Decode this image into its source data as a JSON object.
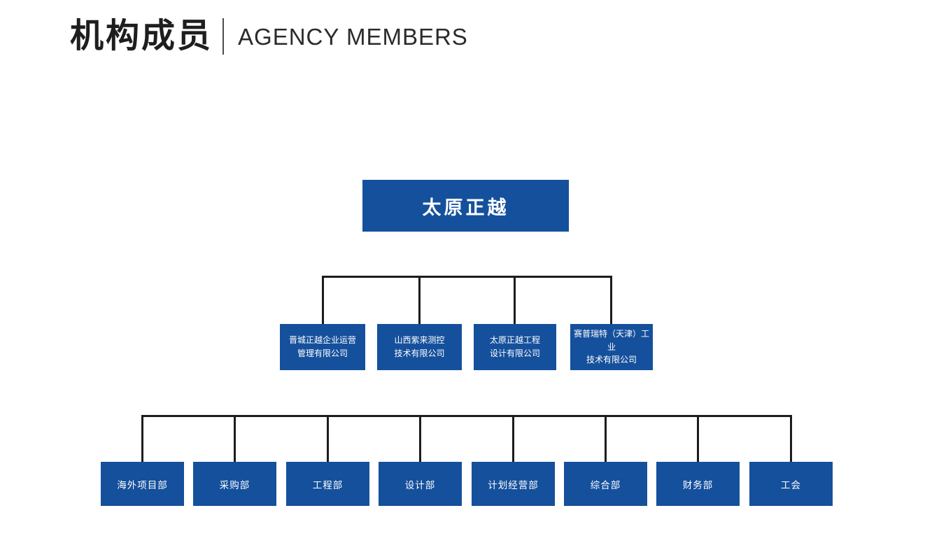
{
  "header": {
    "title_cn": "机构成员",
    "title_en": "AGENCY MEMBERS"
  },
  "org": {
    "root": "太原正越",
    "subsidiaries": [
      {
        "name": "晋城正越企业运营\n管理有限公司"
      },
      {
        "name": "山西紫来测控\n技术有限公司"
      },
      {
        "name": "太原正越工程\n设计有限公司"
      },
      {
        "name": "赛普瑞特（天津）工业\n技术有限公司"
      }
    ],
    "departments": [
      "海外项目部",
      "采购部",
      "工程部",
      "设计部",
      "计划经营部",
      "综合部",
      "财务部",
      "工会"
    ]
  },
  "colors": {
    "box_blue": "#15509c",
    "line_dark": "#1c1c1c",
    "title_text": "#1e1e1e"
  }
}
